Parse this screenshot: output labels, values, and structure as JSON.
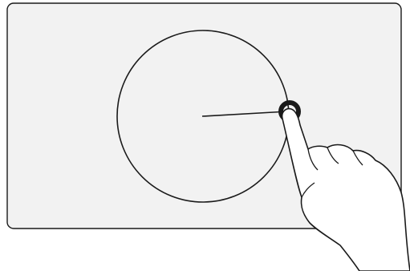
{
  "diagram": {
    "panel_fill": "#f2f2f2",
    "stroke_color": "#1a1a1a",
    "hand_fill": "#ffffff",
    "icons": [
      "touch-screen-panel",
      "circle",
      "radius-line",
      "drag-handle",
      "pointing-hand-icon"
    ]
  }
}
